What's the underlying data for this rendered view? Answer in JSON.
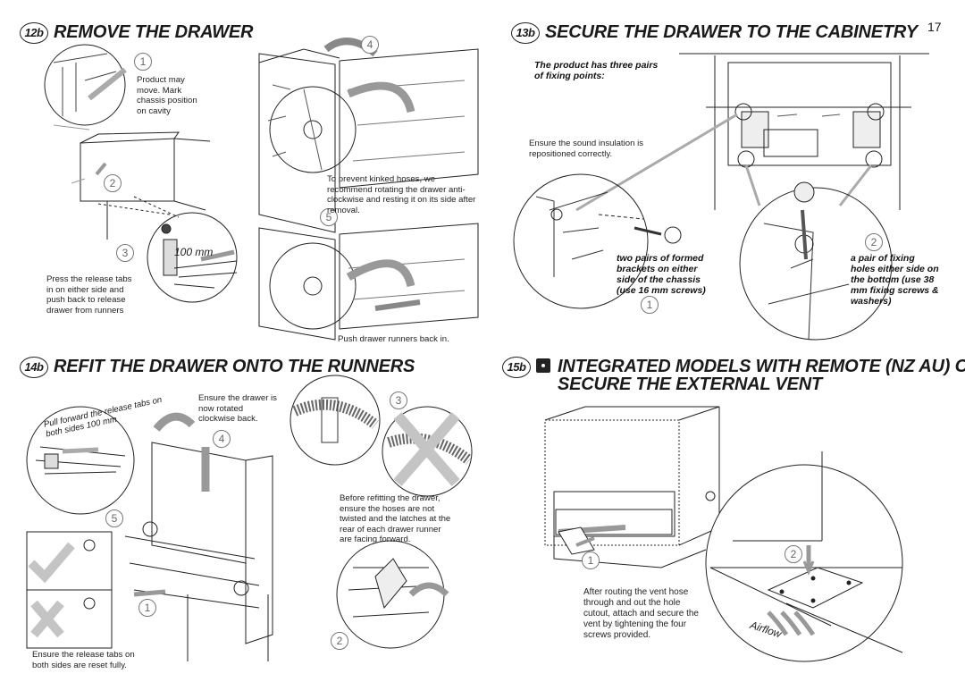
{
  "page_number": "17",
  "colors": {
    "ink": "#1a1a1a",
    "arrow_gray": "#9a9a9a",
    "check_green": "#bfbfbf"
  },
  "sections": {
    "s12b": {
      "step": "12b",
      "title": "REMOVE THE DRAWER",
      "note_move": "Product may move. Mark chassis position on cavity",
      "note_hoses": "To prevent kinked hoses, we recommend rotating the drawer anti-clockwise and resting it on its side after removal.",
      "measure": "100 mm",
      "note_release": "Press the release tabs in on either side and push back to release drawer from runners",
      "note_push": "Push drawer runners back in.",
      "callouts": [
        "1",
        "2",
        "3",
        "4",
        "5"
      ]
    },
    "s13b": {
      "step": "13b",
      "title": "SECURE THE DRAWER TO THE CABINETRY",
      "note_points": "The product has three pairs of fixing points:",
      "note_insulation": "Ensure the sound insulation is repositioned correctly.",
      "note_brackets": "two pairs of formed brackets on either side of the chassis (use 16 mm screws)",
      "note_holes": "a pair of fixing holes either side on the bottom (use 38 mm fixing screws & washers)",
      "callouts": [
        "1",
        "2"
      ]
    },
    "s14b": {
      "step": "14b",
      "title": "REFIT THE DRAWER ONTO THE RUNNERS",
      "note_pull": "Pull forward the release tabs on both sides 100 mm",
      "note_rotated": "Ensure the drawer is now rotated clockwise back.",
      "note_before": "Before refitting the drawer, ensure the hoses are not twisted and the latches at the rear of each drawer runner are facing forward.",
      "note_reset": "Ensure the release tabs on both sides are reset fully.",
      "callouts": [
        "1",
        "2",
        "3",
        "4",
        "5"
      ]
    },
    "s15b": {
      "step": "15b",
      "title_line1": "INTEGRATED MODELS WITH REMOTE (NZ AU) ONLY -",
      "title_line2": "SECURE THE EXTERNAL VENT",
      "note_vent": "After routing the vent hose through and out the hole cutout, attach and secure the vent by tightening the four screws provided.",
      "airflow": "Airflow",
      "callouts": [
        "1",
        "2"
      ]
    }
  }
}
